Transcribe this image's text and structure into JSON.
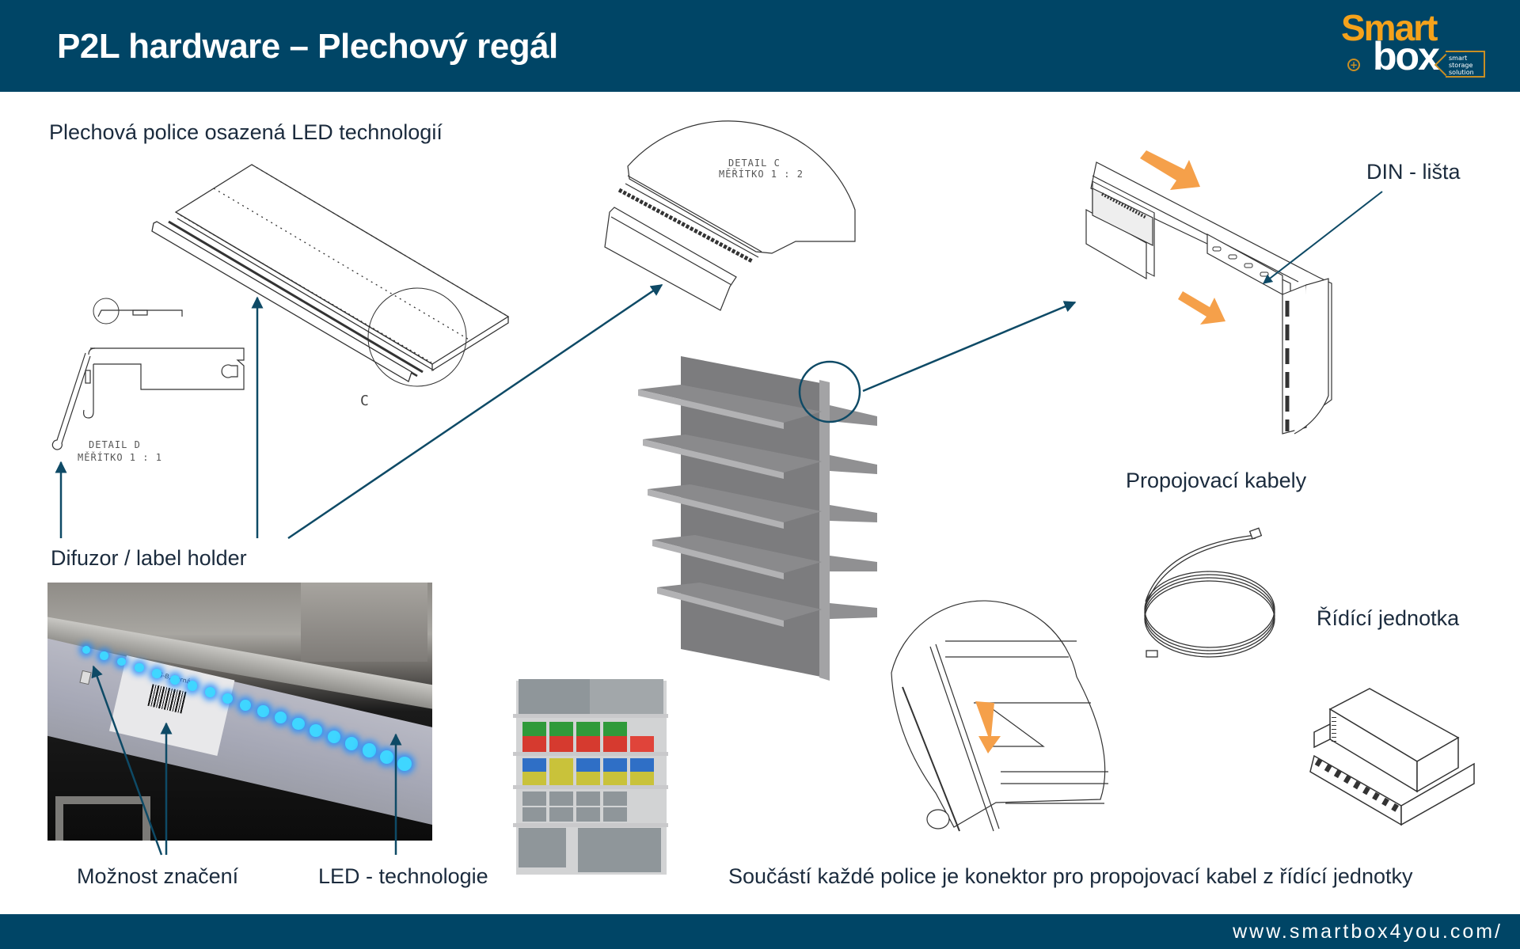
{
  "header": {
    "title": "P2L hardware – Plechový regál",
    "logo": {
      "word1": "Smart",
      "word2": "box",
      "tagline": "smart storage solution"
    }
  },
  "labels": {
    "shelf_led": "Plechová police osazená LED technologií",
    "diffuser": "Difuzor / label holder",
    "marking": "Možnost značení",
    "led_tech": "LED - technologie",
    "din_rail": "DIN - lišta",
    "cables": "Propojovací kabely",
    "control_unit": "Řídící jednotka",
    "connector_note": "Součástí každé police je konektor pro propojovací kabel z řídící jednotky"
  },
  "drawings": {
    "detail_d": {
      "line1": "DETAIL D",
      "line2": "MĚŘÍTKO 1 : 1"
    },
    "detail_c": {
      "line1": "DETAIL C",
      "line2": "MĚŘÍTKO 1 : 2"
    },
    "callout_c": "C"
  },
  "photo": {
    "label_text": "G-B, černá"
  },
  "colors": {
    "brand_navy": "#004566",
    "brand_orange": "#f5a21b",
    "callout_arrow": "#0e4a66",
    "highlight_arrow": "#f5a04a",
    "led_blue": "#3fd6ff"
  },
  "footer": {
    "url": "www.smartbox4you.com/"
  }
}
